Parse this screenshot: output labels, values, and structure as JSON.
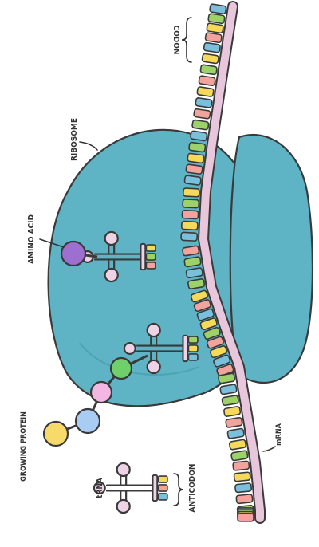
{
  "labels": {
    "codon": "CODON",
    "ribosome": "RIBOSOME",
    "amino_acid": "AMINO ACID",
    "growing_protein": "GROWING PROTEIN",
    "trna": "tRNA",
    "anticodon": "ANTICODON",
    "mrna": "mRNA"
  },
  "colors": {
    "ribosome": "#5eb3c4",
    "ribosome_dark": "#4da2b3",
    "mrna_strand": "#e8c6dc",
    "codon_colors": [
      "#79c0dc",
      "#9dd26a",
      "#f7d95a",
      "#f2a39c"
    ],
    "trna": "#eed3e6",
    "amino_purple": "#9d6fd0",
    "amino_green": "#6fcf6a",
    "amino_pink": "#f4b6e2",
    "amino_blue": "#a8ccf2",
    "amino_yellow": "#f8da6a",
    "outline": "#3a3a3a"
  }
}
